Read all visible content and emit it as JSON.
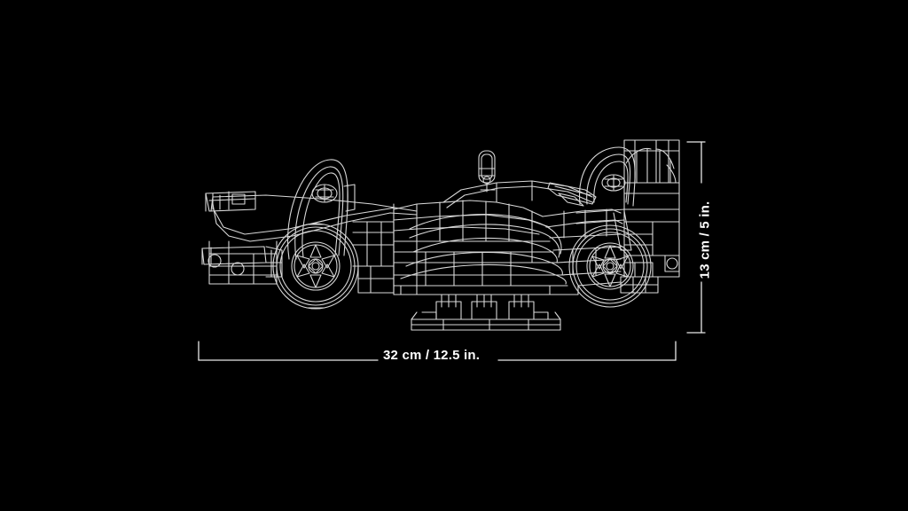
{
  "scene": {
    "name": "lego-f1-car-dimension-diagram",
    "background_color": "#000000",
    "line_color": "#d8d8d8",
    "text_color": "#ffffff"
  },
  "dimensions": {
    "width_label": "32 cm / 12.5 in.",
    "height_label": "13 cm / 5 in."
  },
  "model": {
    "subject": "formula-1-race-car",
    "view": "side-elevation-wireframe",
    "parts": [
      "front-wing",
      "nose-cone",
      "front-wheel",
      "front-suspension",
      "cockpit-halo",
      "mirror",
      "sidepod",
      "engine-cover",
      "airbox",
      "rear-wheel",
      "rear-wing",
      "rear-wing-endplate",
      "diffuser",
      "display-stand"
    ]
  }
}
